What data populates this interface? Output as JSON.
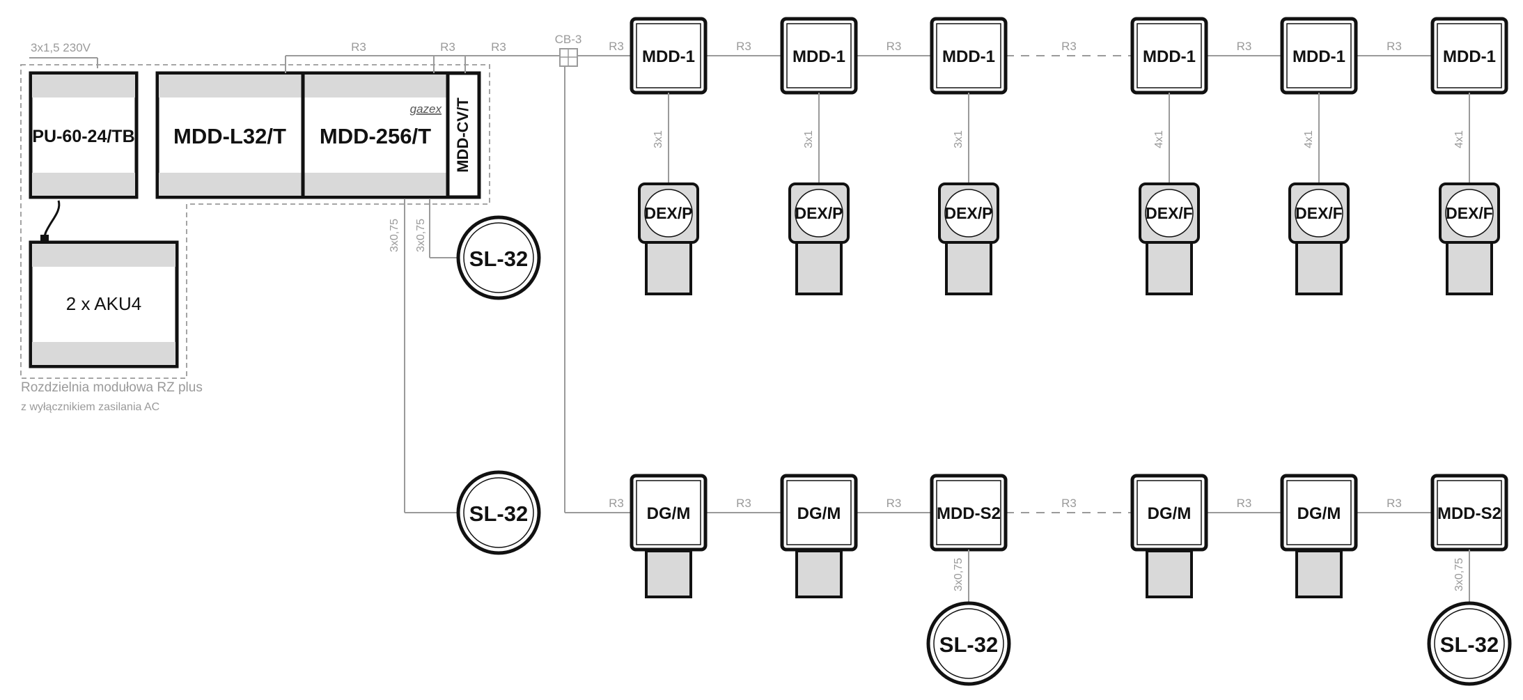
{
  "colors": {
    "line": "#9a9a9a",
    "frame": "#111111",
    "band": "#d9d9d9",
    "fill": "#ffffff",
    "text": "#111111",
    "muted": "#9a9a9a"
  },
  "supply": {
    "label": "3x1,5  230V"
  },
  "cabinet": {
    "caption_line1": "Rozdzielnia modułowa RZ plus",
    "caption_line2": "z wyłącznikiem zasilania AC",
    "psu": "PU-60-24/TB",
    "battery": "2 x AKU4",
    "module_l32": "MDD-L32/T",
    "module_256": "MDD-256/T",
    "module_cv": "MDD-CV/T",
    "brand": "gazex"
  },
  "bus": {
    "cable": "R3",
    "branch_box": "CB-3",
    "signal_cable": "3x0,75"
  },
  "signalers": [
    {
      "label": "SL-32"
    },
    {
      "label": "SL-32"
    },
    {
      "label": "SL-32"
    },
    {
      "label": "SL-32"
    }
  ],
  "top_row": [
    {
      "module": "MDD-1",
      "cable": "3x1",
      "detector": "DEX/P"
    },
    {
      "module": "MDD-1",
      "cable": "3x1",
      "detector": "DEX/P"
    },
    {
      "module": "MDD-1",
      "cable": "3x1",
      "detector": "DEX/P"
    },
    {
      "module": "MDD-1",
      "cable": "4x1",
      "detector": "DEX/F"
    },
    {
      "module": "MDD-1",
      "cable": "4x1",
      "detector": "DEX/F"
    },
    {
      "module": "MDD-1",
      "cable": "4x1",
      "detector": "DEX/F"
    }
  ],
  "bottom_row": [
    {
      "module": "DG/M"
    },
    {
      "module": "DG/M"
    },
    {
      "module": "MDD-S2"
    },
    {
      "module": "DG/M"
    },
    {
      "module": "DG/M"
    },
    {
      "module": "MDD-S2"
    }
  ]
}
